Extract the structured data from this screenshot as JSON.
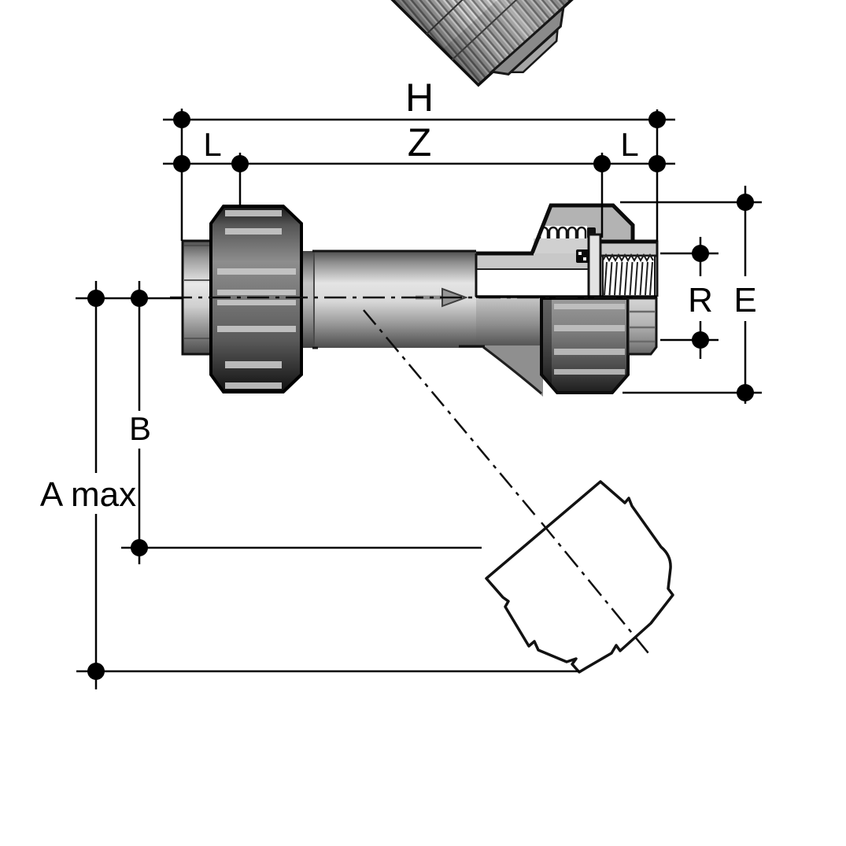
{
  "drawing": {
    "kind": "valve-dimension-diagram",
    "background": "#ffffff",
    "line_color": "#000000"
  },
  "labels": {
    "h": "H",
    "z": "Z",
    "l_left": "L",
    "l_right": "L",
    "r": "R",
    "e": "E",
    "b": "B",
    "a_max": "A max"
  },
  "colors": {
    "body_light": "#e8e8e8",
    "body_mid": "#9a9a9a",
    "body_dark": "#2a2a2a",
    "section_fill": "#c8c8c8",
    "nut_fill": "#6e6e6e"
  }
}
